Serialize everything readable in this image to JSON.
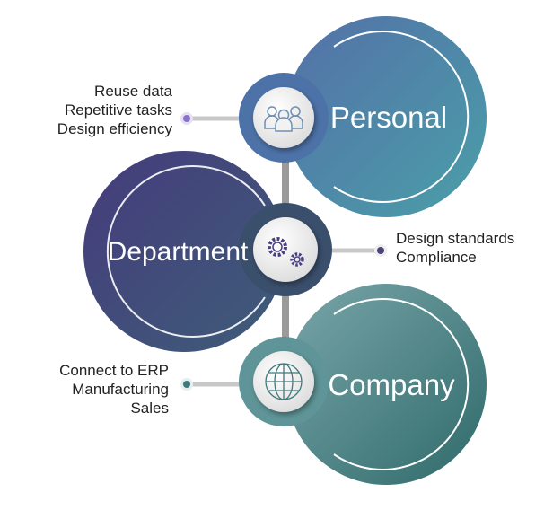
{
  "nodes": [
    {
      "title": "Personal",
      "icon": "people-icon",
      "items": [
        "Reuse data",
        "Repetitive tasks",
        "Design efficiency"
      ],
      "color_from": "#5470a8",
      "color_to": "#4a9fa8",
      "hub_color": "#4d72a8",
      "dot_color": "#8a72c8"
    },
    {
      "title": "Department",
      "icon": "gears-icon",
      "items": [
        "Design standards",
        "Compliance"
      ],
      "color_from": "#453b7c",
      "color_to": "#3e5d78",
      "hub_color": "#3a4f6c",
      "dot_color": "#4a4578"
    },
    {
      "title": "Company",
      "icon": "globe-icon",
      "items": [
        "Connect to ERP",
        "Manufacturing",
        "Sales"
      ],
      "color_from": "#7aa6aa",
      "color_to": "#2f6a6a",
      "hub_color": "#5f9598",
      "dot_color": "#3f7a7c"
    }
  ]
}
